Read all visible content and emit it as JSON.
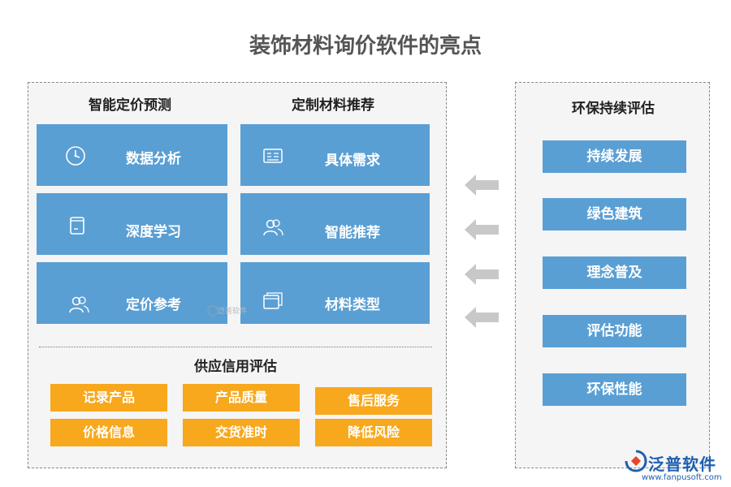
{
  "title": "装饰材料询价软件的亮点",
  "left": {
    "col1_title": "智能定价预测",
    "col2_title": "定制材料推荐",
    "col1_items": [
      {
        "label": "数据分析",
        "icon": "clock-icon"
      },
      {
        "label": "深度学习",
        "icon": "document-icon"
      },
      {
        "label": "定价参考",
        "icon": "users-icon"
      }
    ],
    "col2_items": [
      {
        "label": "具体需求",
        "icon": "list-card-icon"
      },
      {
        "label": "智能推荐",
        "icon": "users-icon"
      },
      {
        "label": "材料类型",
        "icon": "windows-icon"
      }
    ],
    "supply_title": "供应信用评估",
    "supply_items": [
      "记录产品",
      "产品质量",
      "售后服务",
      "价格信息",
      "交货准时",
      "降低风险"
    ]
  },
  "right": {
    "title": "环保持续评估",
    "items": [
      "持续发展",
      "绿色建筑",
      "理念普及",
      "评估功能",
      "环保性能"
    ]
  },
  "logo": {
    "name": "泛普软件",
    "url": "www.fanpusoft.com"
  },
  "watermark": "泛普软件",
  "colors": {
    "blue": "#5a9fd4",
    "orange": "#f8a81c",
    "arrow": "#c8c8c8",
    "brand": "#1f5fb0"
  }
}
